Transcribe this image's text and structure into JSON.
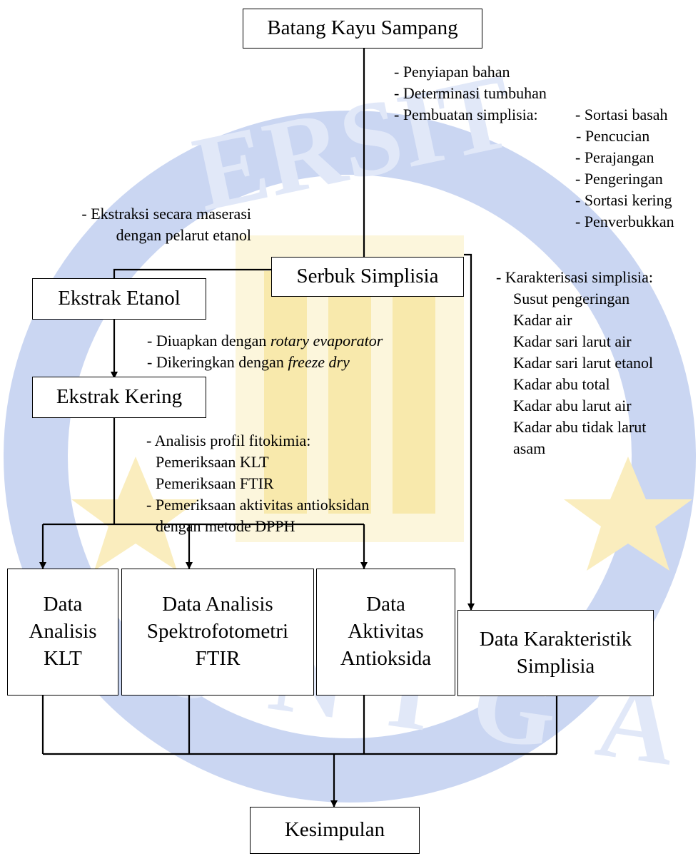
{
  "colors": {
    "watermark_blue": "#5b7fd0",
    "watermark_yellow": "#f6d655",
    "line": "#000000"
  },
  "watermark": {
    "description_icon": "university-seal-watermark-icon",
    "text_top": "ERSIT",
    "text_bottom": "UNIGA"
  },
  "boxes": {
    "batang": "Batang Kayu Sampang",
    "serbuk": "Serbuk Simplisia",
    "etanol": "Ekstrak Etanol",
    "kering": "Ekstrak Kering",
    "klt": [
      "Data",
      "Analisis",
      "KLT"
    ],
    "ftir": [
      "Data Analisis",
      "Spektrofotometri",
      "FTIR"
    ],
    "aktivitas": [
      "Data",
      "Aktivitas",
      "Antioksida"
    ],
    "karakteristik": [
      "Data Karakteristik",
      "Simplisia"
    ],
    "kesimpulan": "Kesimpulan"
  },
  "annotations": {
    "preparation": {
      "line1": "- Penyiapan bahan",
      "line2": "- Determinasi tumbuhan",
      "line3": "- Pembuatan simplisia:",
      "steps": [
        "- Sortasi basah",
        "- Pencucian",
        "- Perajangan",
        "- Pengeringan",
        "- Sortasi kering",
        "- Penverbukkan"
      ]
    },
    "extraction": {
      "line1": "- Ekstraksi secara maserasi",
      "line2": "dengan pelarut etanol"
    },
    "drying": {
      "line1_prefix": "- Diuapkan dengan ",
      "line1_italic": "rotary evaporator",
      "line2_prefix": "- Dikeringkan dengan ",
      "line2_italic": "freeze dry"
    },
    "analysis": {
      "lines": [
        "- Analisis profil fitokimia:",
        "Pemeriksaan KLT",
        "Pemeriksaan FTIR",
        "- Pemeriksaan aktivitas antioksidan",
        "dengan metode DPPH"
      ]
    },
    "characterization": {
      "lines": [
        "- Karakterisasi simplisia:",
        "Susut pengeringan",
        "Kadar air",
        "Kadar sari larut air",
        "Kadar sari larut etanol",
        "Kadar abu total",
        "Kadar abu larut air",
        "Kadar abu tidak larut",
        "asam"
      ]
    }
  }
}
